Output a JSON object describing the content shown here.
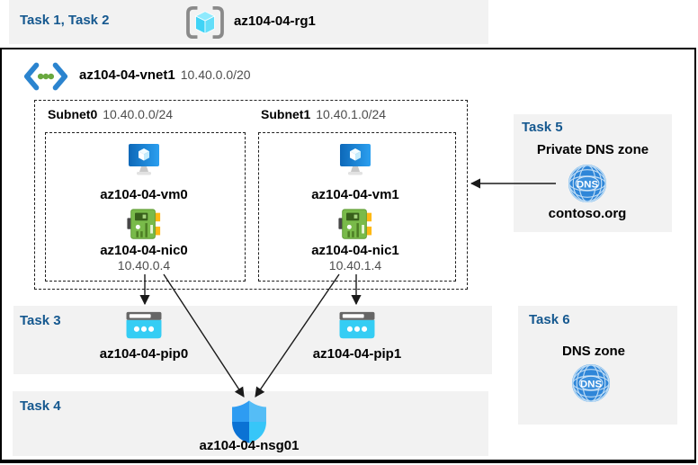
{
  "header": {
    "tasks": "Task 1, Task 2",
    "resource_group": "az104-04-rg1"
  },
  "vnet": {
    "name": "az104-04-vnet1",
    "cidr": "10.40.0.0/20"
  },
  "subnets": [
    {
      "label": "Subnet0",
      "cidr": "10.40.0.0/24",
      "vm": "az104-04-vm0",
      "nic": "az104-04-nic0",
      "ip": "10.40.0.4"
    },
    {
      "label": "Subnet1",
      "cidr": "10.40.1.0/24",
      "vm": "az104-04-vm1",
      "nic": "az104-04-nic1",
      "ip": "10.40.1.4"
    }
  ],
  "task3": {
    "label": "Task 3",
    "pip0": "az104-04-pip0",
    "pip1": "az104-04-pip1"
  },
  "task4": {
    "label": "Task 4",
    "nsg": "az104-04-nsg01"
  },
  "task5": {
    "label": "Task 5",
    "title": "Private DNS zone",
    "zone": "contoso.org"
  },
  "task6": {
    "label": "Task 6",
    "title": "DNS zone"
  },
  "icons": {
    "dns_text": "DNS"
  },
  "colors": {
    "task_label": "#15588f",
    "band_background": "#f2f2f2",
    "diagram_border": "#000000",
    "vm_blue": "#1b82dc",
    "nic_green": "#79ba4a",
    "pip_cyan": "#35cdf4",
    "nsg_blue": "#2e9cf2",
    "dns_blue": "#2f86d8"
  }
}
